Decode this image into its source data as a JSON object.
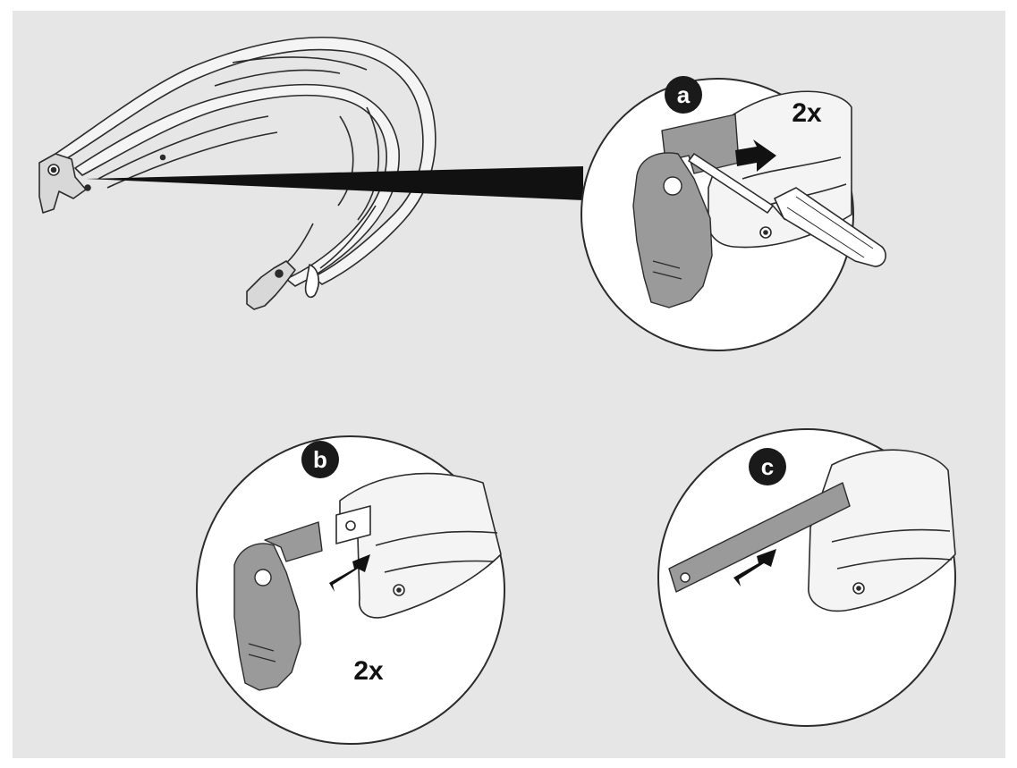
{
  "figure": {
    "background_color": "#e6e6e6",
    "frame_color": "#ffffff",
    "line_color": "#2b2b2b",
    "part_fill": "#f2f2f2",
    "metal_fill": "#9a9a9a",
    "dark_fill": "#1a1a1a"
  },
  "steps": {
    "a": {
      "badge": "a",
      "count_label": "2x",
      "description_icon": "screwdriver-icon"
    },
    "b": {
      "badge": "b",
      "count_label": "2x",
      "description_icon": "arrow-left-icon"
    },
    "c": {
      "badge": "c",
      "description_icon": "arrow-left-icon"
    }
  }
}
